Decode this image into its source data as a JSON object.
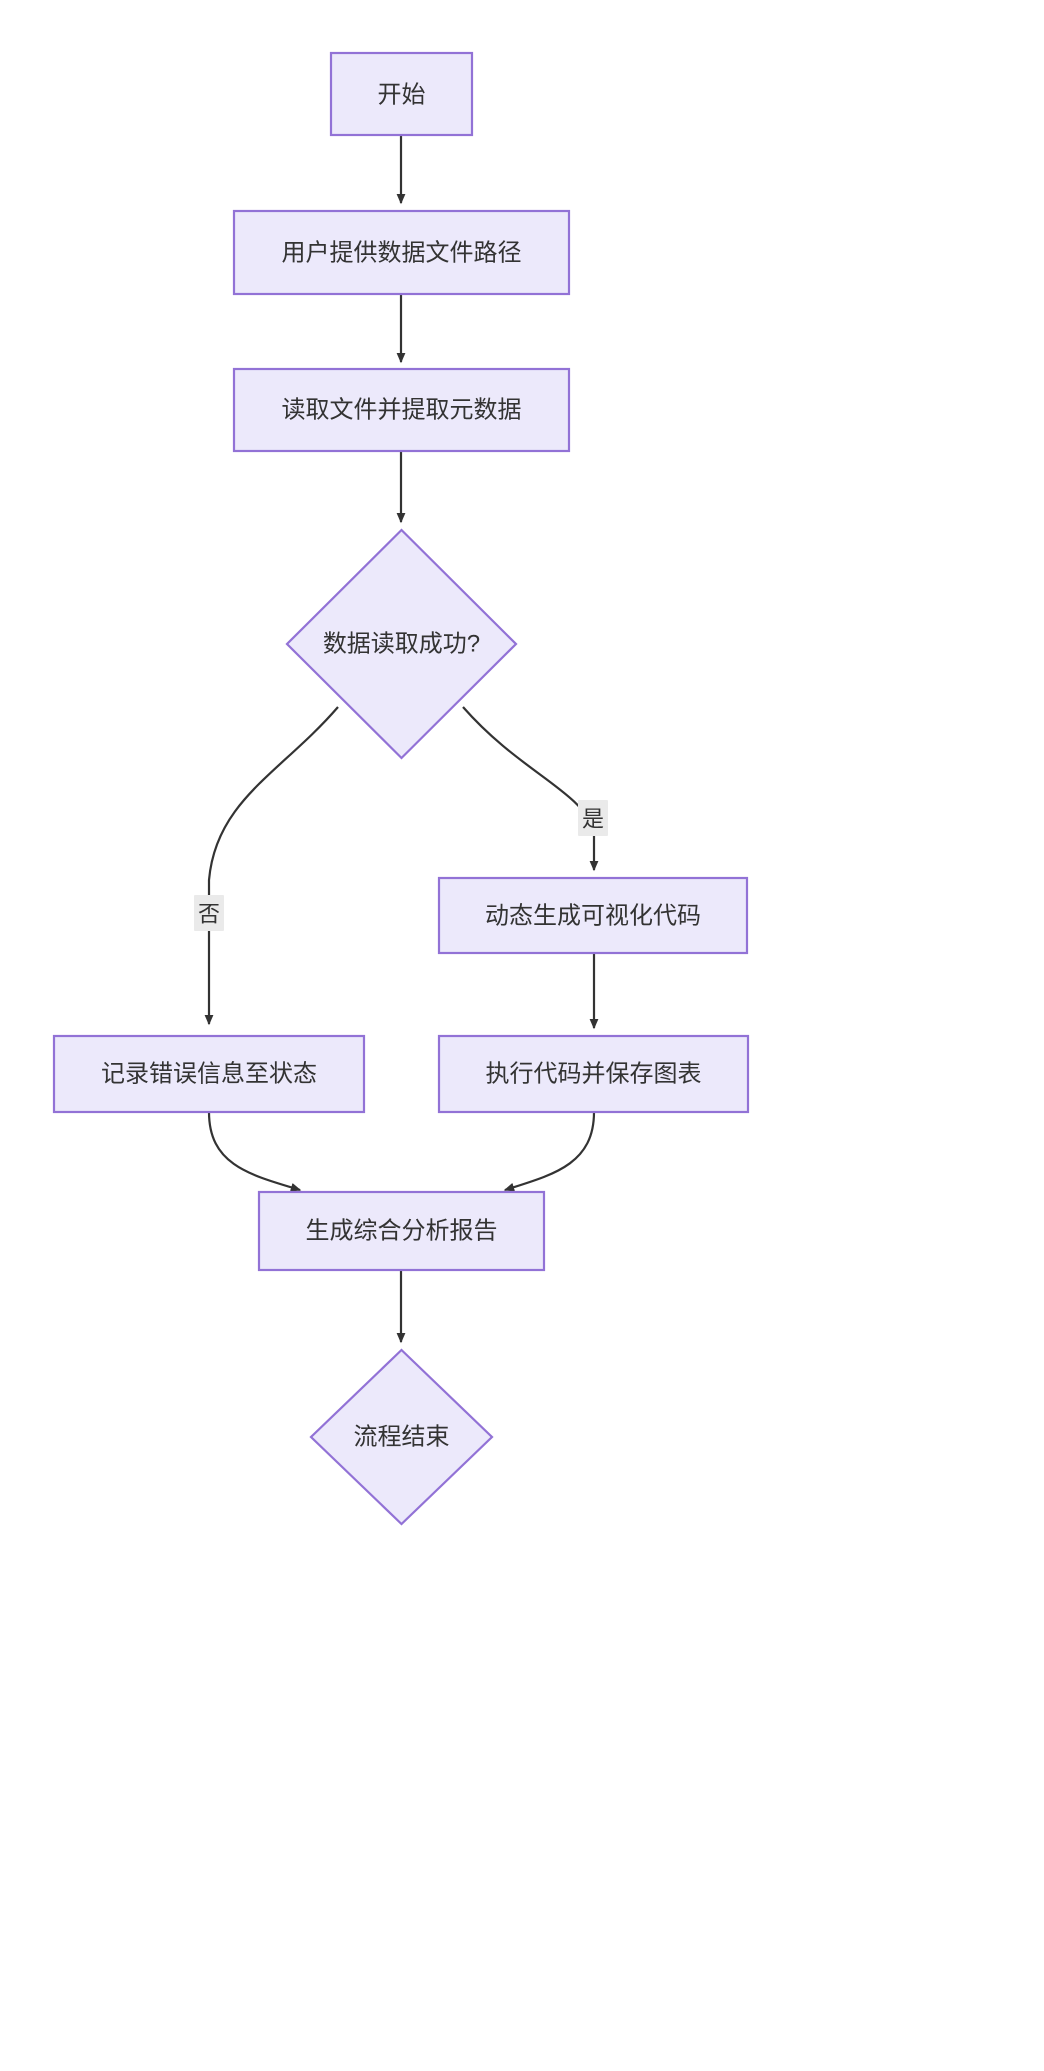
{
  "diagram": {
    "type": "flowchart",
    "direction": "top-to-bottom",
    "title": "",
    "theme": {
      "node_fill": "#ece9fb",
      "node_border": "#9272d6",
      "node_text": "#333333",
      "edge_stroke": "#333333",
      "edge_label_bg": "#eaeaea",
      "background": "#ffffff"
    },
    "nodes": [
      {
        "id": "start",
        "label": "开始",
        "shape": "rect"
      },
      {
        "id": "input",
        "label": "用户提供数据文件路径",
        "shape": "rect"
      },
      {
        "id": "read",
        "label": "读取文件并提取元数据",
        "shape": "rect"
      },
      {
        "id": "decide",
        "label": "数据读取成功?",
        "shape": "diamond"
      },
      {
        "id": "gencode",
        "label": "动态生成可视化代码",
        "shape": "rect"
      },
      {
        "id": "logerror",
        "label": "记录错误信息至状态",
        "shape": "rect"
      },
      {
        "id": "execute",
        "label": "执行代码并保存图表",
        "shape": "rect"
      },
      {
        "id": "report",
        "label": "生成综合分析报告",
        "shape": "rect"
      },
      {
        "id": "end",
        "label": "流程结束",
        "shape": "diamond"
      }
    ],
    "edges": [
      {
        "from": "start",
        "to": "input",
        "label": ""
      },
      {
        "from": "input",
        "to": "read",
        "label": ""
      },
      {
        "from": "read",
        "to": "decide",
        "label": ""
      },
      {
        "from": "decide",
        "to": "gencode",
        "label": "是"
      },
      {
        "from": "decide",
        "to": "logerror",
        "label": "否"
      },
      {
        "from": "gencode",
        "to": "execute",
        "label": ""
      },
      {
        "from": "logerror",
        "to": "report",
        "label": ""
      },
      {
        "from": "execute",
        "to": "report",
        "label": ""
      },
      {
        "from": "report",
        "to": "end",
        "label": ""
      }
    ]
  }
}
